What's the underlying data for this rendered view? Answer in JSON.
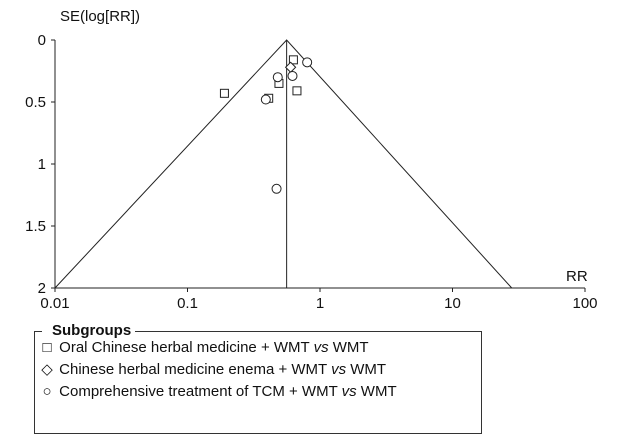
{
  "chart_data": {
    "type": "scatter",
    "subtype": "funnel plot",
    "ylabel": "SE(log[RR])",
    "xlabel": "RR",
    "x_scale": "log",
    "xlim": [
      0.01,
      100
    ],
    "ylim": [
      0,
      2
    ],
    "y_inverted": true,
    "x_ticks": [
      "0.01",
      "0.1",
      "1",
      "10",
      "100"
    ],
    "y_ticks": [
      "0",
      "0.5",
      "1",
      "1.5",
      "2"
    ],
    "pooled_rr": 0.56,
    "funnel_limits": [
      [
        0.01,
        2
      ],
      [
        0.56,
        0
      ],
      [
        28,
        2
      ]
    ],
    "grid": false,
    "legend": {
      "title": "Subgroups",
      "position": "bottom-left",
      "entries": [
        {
          "symbol": "□",
          "marker": "square",
          "text_a": "Oral Chinese herbal medicine + WMT ",
          "text_vs": "vs",
          "text_b": " WMT"
        },
        {
          "symbol": "◇",
          "marker": "diamond",
          "text_a": "Chinese herbal medicine enema + WMT ",
          "text_vs": "vs",
          "text_b": " WMT"
        },
        {
          "symbol": "○",
          "marker": "circle",
          "text_a": "Comprehensive treatment of TCM + WMT ",
          "text_vs": "vs",
          "text_b": " WMT"
        }
      ]
    },
    "series": [
      {
        "name": "Oral Chinese herbal medicine + WMT vs WMT",
        "marker": "square",
        "points": [
          {
            "x": 0.63,
            "y": 0.16
          },
          {
            "x": 0.19,
            "y": 0.43
          },
          {
            "x": 0.41,
            "y": 0.47
          },
          {
            "x": 0.67,
            "y": 0.41
          },
          {
            "x": 0.49,
            "y": 0.35
          }
        ]
      },
      {
        "name": "Chinese herbal medicine enema + WMT vs WMT",
        "marker": "diamond",
        "points": [
          {
            "x": 0.6,
            "y": 0.22
          }
        ]
      },
      {
        "name": "Comprehensive treatment of TCM + WMT vs WMT",
        "marker": "circle",
        "points": [
          {
            "x": 0.8,
            "y": 0.18
          },
          {
            "x": 0.62,
            "y": 0.29
          },
          {
            "x": 0.48,
            "y": 0.3
          },
          {
            "x": 0.39,
            "y": 0.48
          },
          {
            "x": 0.47,
            "y": 1.2
          }
        ]
      }
    ]
  }
}
